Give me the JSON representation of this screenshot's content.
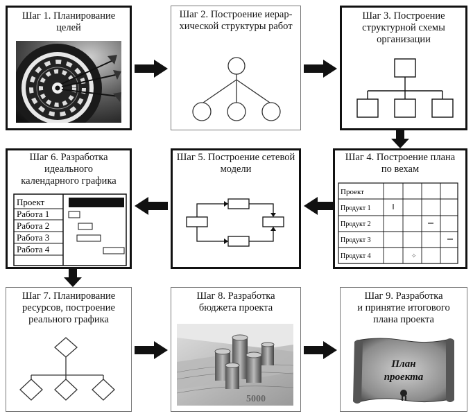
{
  "steps": [
    {
      "id": 1,
      "title_l1": "Шаг 1. Планирование",
      "title_l2": "целей"
    },
    {
      "id": 2,
      "title_l1": "Шаг 2. Построение иерар-",
      "title_l2": "хической структуры работ"
    },
    {
      "id": 3,
      "title_l1": "Шаг 3. Построение",
      "title_l2": "структурной схемы",
      "title_l3": "организации"
    },
    {
      "id": 4,
      "title_l1": "Шаг 4. Построение плана",
      "title_l2": "по вехам"
    },
    {
      "id": 5,
      "title_l1": "Шаг 5. Построение сетевой",
      "title_l2": "модели"
    },
    {
      "id": 6,
      "title_l1": "Шаг 6. Разработка",
      "title_l2": "идеального",
      "title_l3": "календарного графика"
    },
    {
      "id": 7,
      "title_l1": "Шаг 7. Планирование",
      "title_l2": "ресурсов, построение",
      "title_l3": "реального графика"
    },
    {
      "id": 8,
      "title_l1": "Шаг 8. Разработка",
      "title_l2": "бюджета проекта"
    },
    {
      "id": 9,
      "title_l1": "Шаг 9. Разработка",
      "title_l2": "и принятие итогового",
      "title_l3": "плана проекта"
    }
  ],
  "milestone_table": {
    "header": "Проект",
    "rows": [
      "Продукт 1",
      "Продукт 2",
      "Продукт 3",
      "Продукт 4"
    ]
  },
  "gantt": {
    "header": "Проект",
    "rows": [
      "Работа 1",
      "Работа 2",
      "Работа 3",
      "Работа 4"
    ]
  },
  "scroll_text": {
    "l1": "План",
    "l2": "проекта"
  }
}
